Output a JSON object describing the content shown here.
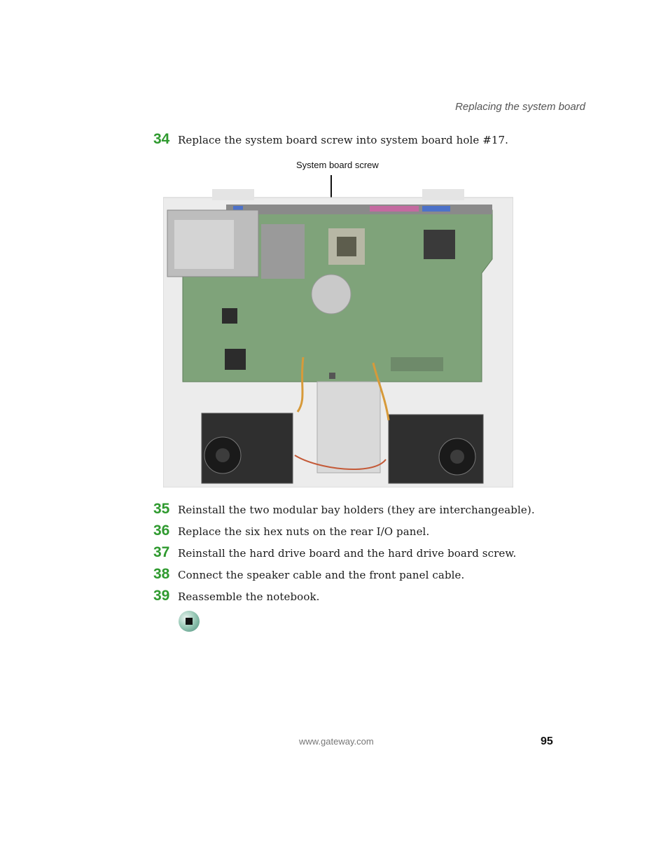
{
  "header": {
    "running_title": "Replacing the system board"
  },
  "steps": [
    {
      "number": "34",
      "text": "Replace the system board screw into system board hole #17."
    },
    {
      "number": "35",
      "text": "Reinstall the two modular bay holders (they are interchangeable)."
    },
    {
      "number": "36",
      "text": "Replace the six hex nuts on the rear I/O panel."
    },
    {
      "number": "37",
      "text": "Reinstall the hard drive board and the hard drive board screw."
    },
    {
      "number": "38",
      "text": "Connect the speaker cable and the front panel cable."
    },
    {
      "number": "39",
      "text": "Reassemble the notebook."
    }
  ],
  "figure": {
    "callout_label": "System board screw"
  },
  "end_icon": "stop-square-icon",
  "footer": {
    "url": "www.gateway.com",
    "page_number": "95"
  },
  "colors": {
    "step_number": "#2f9a2f",
    "board_green": "#7fa37a"
  }
}
